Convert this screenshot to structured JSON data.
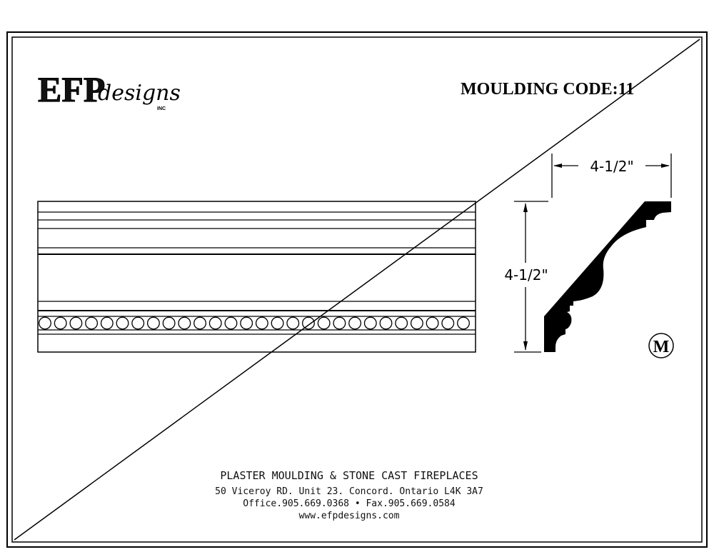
{
  "logo": {
    "brand": "EFP",
    "script": "designs",
    "suffix": "INC"
  },
  "title": "MOULDING CODE:11",
  "dimensions": {
    "width_label": "4-1/2\"",
    "height_label": "4-1/2\""
  },
  "material_badge": "M",
  "bead_count": 28,
  "footer": {
    "line1": "PLASTER MOULDING & STONE CAST FIREPLACES",
    "line2": "50 Viceroy RD. Unit 23. Concord.  Ontario  L4K 3A7",
    "line3": "Office.905.669.0368 • Fax.905.669.0584",
    "line4": "www.efpdesigns.com"
  }
}
